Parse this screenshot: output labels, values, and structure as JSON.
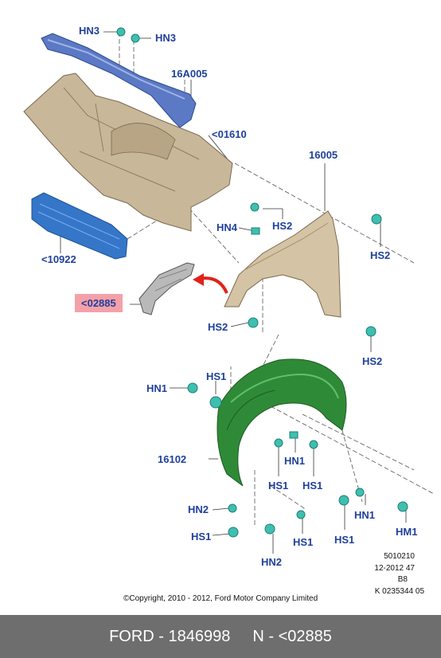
{
  "labels": {
    "hn3_a": "HN3",
    "hn3_b": "HN3",
    "p16a005": "16A005",
    "p01610": "<01610",
    "p16005": "16005",
    "hn4": "HN4",
    "hs2_a": "HS2",
    "hs2_b": "HS2",
    "p10922": "<10922",
    "p02885": "<02885",
    "hs2_c": "HS2",
    "hs2_d": "HS2",
    "hn1_a": "HN1",
    "hs1_a": "HS1",
    "p16102": "16102",
    "hn1_b": "HN1",
    "hs1_b": "HS1",
    "hs1_c": "HS1",
    "hn1_c": "HN1",
    "hn2_a": "HN2",
    "hs1_d": "HS1",
    "hs1_e": "HS1",
    "hs1_f": "HS1",
    "hm1": "HM1",
    "hn2_b": "HN2"
  },
  "reference": {
    "line1": "5010210",
    "line2": "12-2012 47",
    "line3": "B8",
    "line4": "K 0235344 05"
  },
  "copyright": "©Copyright, 2010 - 2012, Ford Motor Company Limited",
  "footer": {
    "part": "FORD - 1846998",
    "number": "N - <02885"
  },
  "colors": {
    "label": "#1f3f9c",
    "highlight": "#f5a0a8",
    "footer_bg": "#6e6e6e",
    "arrow": "#e0231a"
  }
}
